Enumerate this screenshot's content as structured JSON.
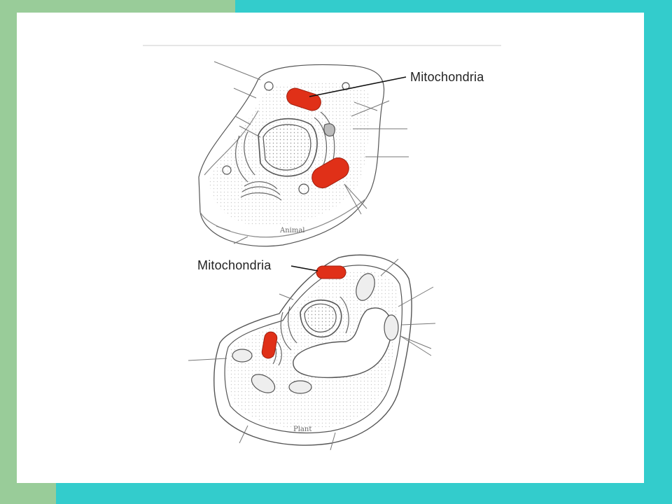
{
  "slide": {
    "frame_colors": {
      "teal": "#33cccc",
      "green": "#99cc99",
      "slide_bg": "#ffffff"
    }
  },
  "diagram": {
    "animal_cell": {
      "caption": "Animal",
      "callout_label": "Mitochondria",
      "highlight_color": "#e03018"
    },
    "plant_cell": {
      "caption": "Plant",
      "callout_label": "Mitochondria",
      "highlight_color": "#e03018"
    }
  }
}
